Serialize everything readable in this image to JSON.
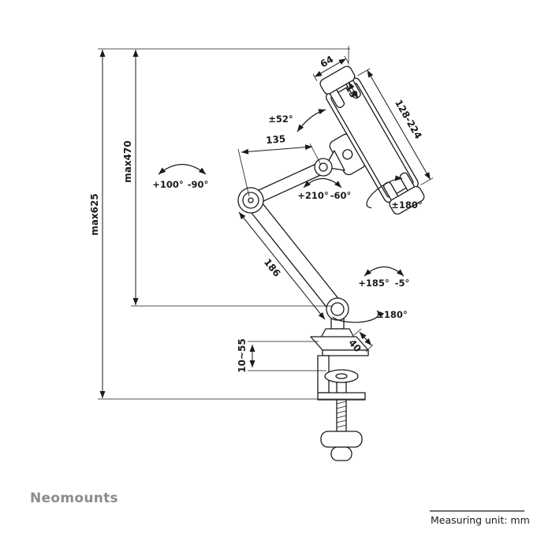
{
  "brand": "Neomounts",
  "footer": {
    "measuring_unit": "Measuring unit: mm"
  },
  "colors": {
    "line": "#1a1a1a",
    "brand_gray": "#8c8c8c",
    "background": "#ffffff"
  },
  "dimensions": {
    "max_total_height": "max625",
    "max_arm_height": "max470",
    "upper_arm_length": "135",
    "lower_arm_length": "186",
    "holder_width": "64",
    "holder_clamp_depth": "15",
    "holder_extension": "128-224",
    "desk_clamp_range": "10~55",
    "clamp_plate_depth": "40"
  },
  "angles": {
    "holder_tilt": "±52°",
    "elbow_swivel_pos": "+100°",
    "elbow_swivel_neg": "-90°",
    "mid_joint_pos": "+210°",
    "mid_joint_neg": "-60°",
    "holder_rotation": "±180°",
    "base_swivel_pos": "+185°",
    "base_swivel_neg": "-5°",
    "base_rotation": "±180°"
  }
}
